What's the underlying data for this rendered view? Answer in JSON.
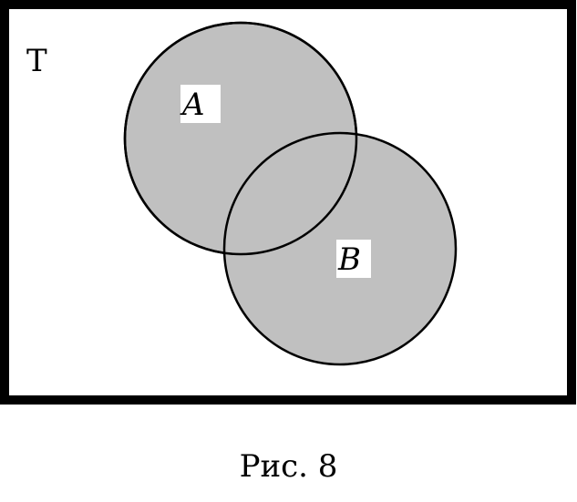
{
  "diagram": {
    "universe_label": "T",
    "sets": [
      {
        "label": "A"
      },
      {
        "label": "B"
      }
    ],
    "caption": "Рис. 8",
    "colors": {
      "set_fill": "#c0c0c0",
      "label_box": "#ffffff",
      "stroke": "#000000",
      "background": "#ffffff"
    }
  }
}
